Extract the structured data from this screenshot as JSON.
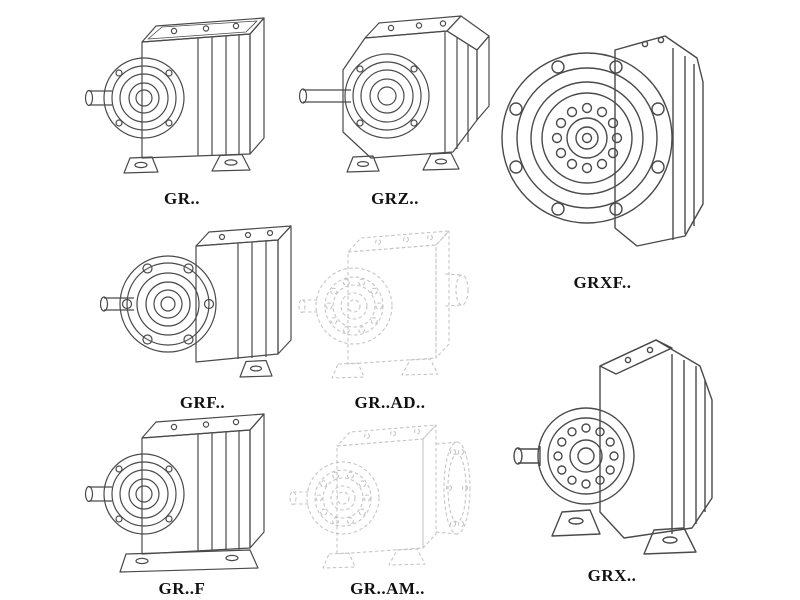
{
  "page": {
    "background": "#ffffff",
    "line_color": "#4a4a4a",
    "ghost_line_color": "#c6c6c6",
    "description": "Catalog sheet of helical gear reducer model drawings"
  },
  "figures": [
    {
      "id": "gr",
      "label": "GR..",
      "drawing": "gearbox-foot-mounted-icon"
    },
    {
      "id": "grz",
      "label": "GRZ..",
      "drawing": "gearbox-octagonal-housing-icon"
    },
    {
      "id": "grxf",
      "label": "GRXF..",
      "drawing": "gearbox-large-flange-front-icon"
    },
    {
      "id": "grf",
      "label": "GRF..",
      "drawing": "gearbox-flange-mounted-icon"
    },
    {
      "id": "grad",
      "label": "GR..AD..",
      "drawing": "gearbox-input-adapter-ghost-icon"
    },
    {
      "id": "grfoot",
      "label": "GR..F",
      "drawing": "gearbox-foot-base-icon"
    },
    {
      "id": "gram",
      "label": "GR..AM..",
      "drawing": "gearbox-motor-flange-ghost-icon"
    },
    {
      "id": "grx",
      "label": "GRX..",
      "drawing": "gearbox-large-foot-mounted-icon"
    }
  ]
}
